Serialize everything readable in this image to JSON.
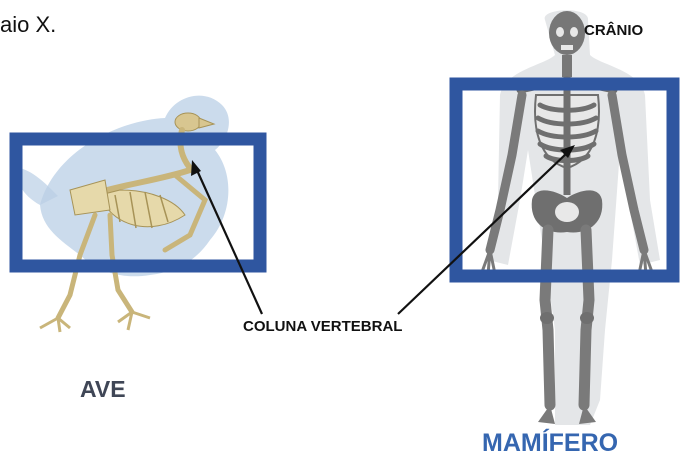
{
  "caption_fragment": "aio X.",
  "labels": {
    "skull": "CRÂNIO",
    "spine": "COLUNA VERTEBRAL",
    "bird": "AVE",
    "mammal": "MAMÍFERO"
  },
  "colors": {
    "frame": "#2f56a0",
    "bird_bones": "#d8c690",
    "bird_shadow": "#b9cfe6",
    "human_bones": "#6f6f6f",
    "mammal_label": "#3566b0",
    "bird_label": "#3f4656"
  },
  "illustrations": {
    "bird": "bird-skeleton-xray",
    "mammal": "human-skeleton-xray"
  }
}
